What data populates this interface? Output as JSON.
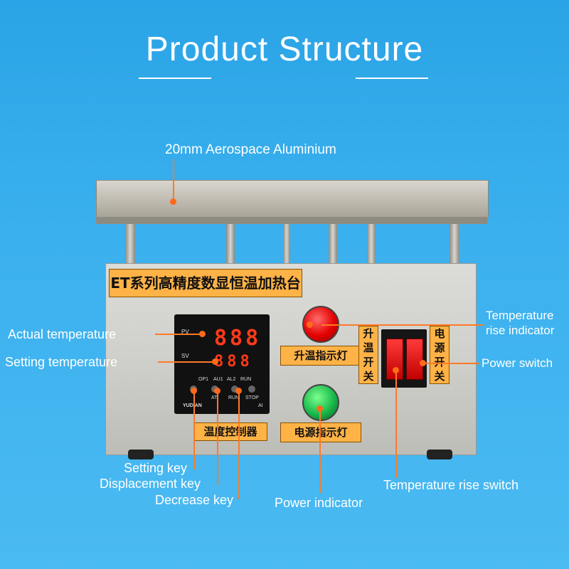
{
  "title": "Product Structure",
  "labels": {
    "aluminium": "20mm Aerospace Aluminium",
    "actual_temp": "Actual temperature",
    "setting_temp": "Setting temperature",
    "temp_rise_indicator_1": "Temperature",
    "temp_rise_indicator_2": "rise indicator",
    "power_switch": "Power switch",
    "setting_key": "Setting key",
    "displacement_key": "Displacement key",
    "decrease_key": "Decrease key",
    "power_indicator": "Power indicator",
    "temp_rise_switch": "Temperature rise switch"
  },
  "product": {
    "panel_title": "ET系列高精度数显恒温加热台",
    "heat_indicator_label": "升温指示灯",
    "power_indicator_label": "电源指示灯",
    "controller_label": "温度控制器",
    "heat_switch_label": "升温开关",
    "power_switch_label": "电源开关",
    "controller": {
      "pv": "PV",
      "sv": "SV",
      "pv_digits": "888",
      "sv_digits": "888",
      "out1": "OP1",
      "out2": "AU1",
      "out3": "AL2",
      "out4": "RUN",
      "key_at": "AT",
      "key_run": "RUN",
      "key_stop": "STOP",
      "brand": "YUDIAN",
      "model": "AI"
    }
  },
  "colors": {
    "background": "#3ab0ee",
    "callout": "#ff7a28",
    "label_bg": "#ffb347"
  }
}
